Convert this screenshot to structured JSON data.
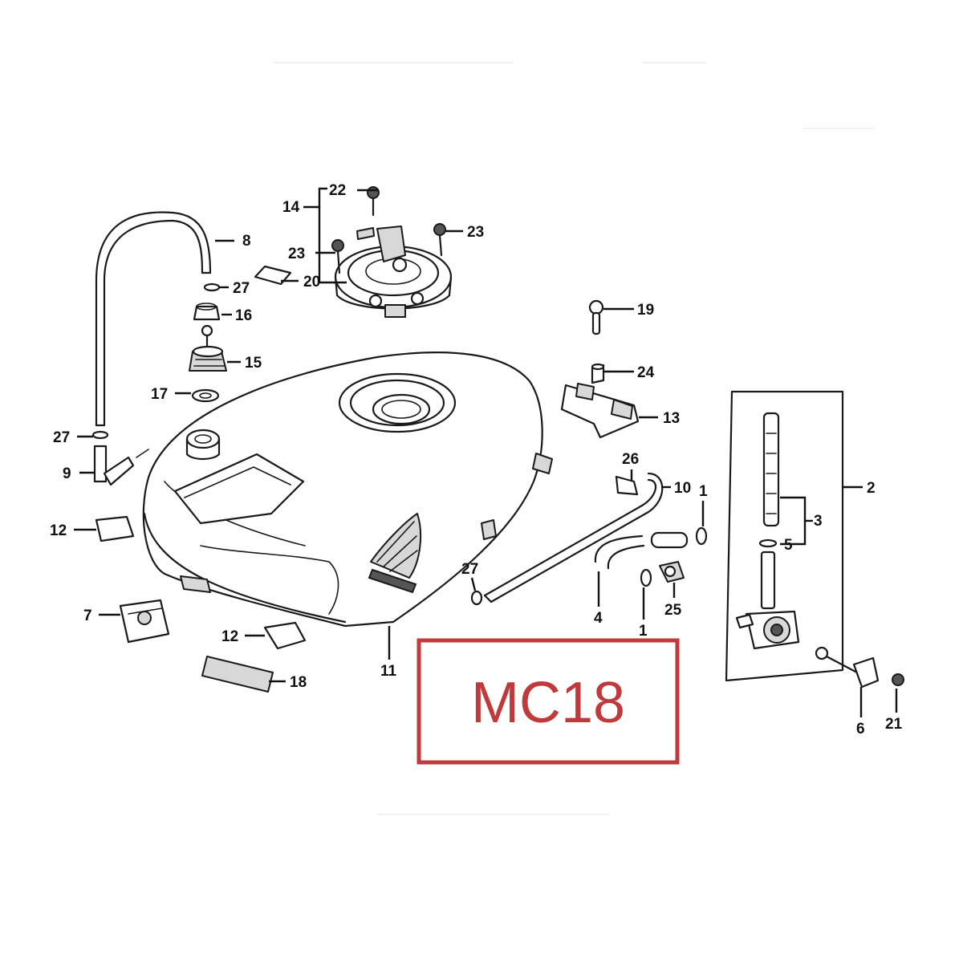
{
  "model_label": "MC18",
  "callouts": {
    "c1a": "1",
    "c1b": "1",
    "c2": "2",
    "c3": "3",
    "c4": "4",
    "c5": "5",
    "c6": "6",
    "c7": "7",
    "c8": "8",
    "c9": "9",
    "c10": "10",
    "c11": "11",
    "c12a": "12",
    "c12b": "12",
    "c13": "13",
    "c14": "14",
    "c15": "15",
    "c16": "16",
    "c17": "17",
    "c18": "18",
    "c19": "19",
    "c20": "20",
    "c21": "21",
    "c22": "22",
    "c23a": "23",
    "c23b": "23",
    "c24": "24",
    "c25": "25",
    "c26": "26",
    "c27a": "27",
    "c27b": "27",
    "c27c": "27"
  },
  "colors": {
    "line": "#1a1a1a",
    "accent": "#c0393b"
  }
}
